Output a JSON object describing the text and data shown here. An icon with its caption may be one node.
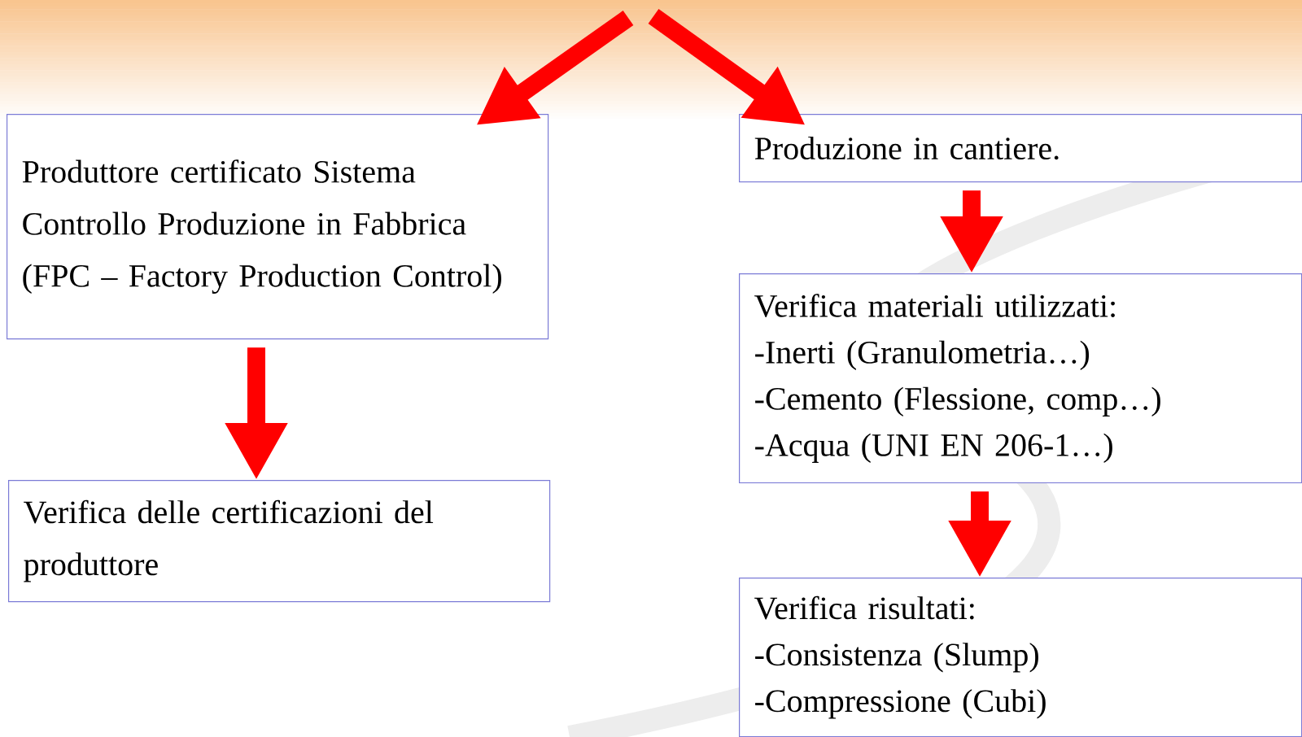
{
  "diagram": {
    "nodes": [
      {
        "text": [
          "Produttore certificato Sistema Controllo Produzione in Fabbrica (FPC – Factory Production Control)"
        ]
      },
      {
        "text": [
          "Verifica delle certificazioni del produttore"
        ]
      },
      {
        "text": [
          "Produzione in cantiere."
        ]
      },
      {
        "text": [
          "Verifica materiali utilizzati:",
          "-Inerti (Granulometria…)",
          "-Cemento (Flessione, comp…)",
          "-Acqua (UNI EN 206-1…)"
        ]
      },
      {
        "text": [
          "Verifica risultati:",
          "-Consistenza (Slump)",
          "-Compressione (Cubi)"
        ]
      }
    ],
    "edges": [
      {
        "from": null,
        "to": 0,
        "arrow": "to"
      },
      {
        "from": null,
        "to": 2,
        "arrow": "to"
      },
      {
        "from": 0,
        "to": 1,
        "arrow": "to"
      },
      {
        "from": 2,
        "to": 3,
        "arrow": "to"
      },
      {
        "from": 3,
        "to": 4,
        "arrow": "to"
      }
    ]
  }
}
